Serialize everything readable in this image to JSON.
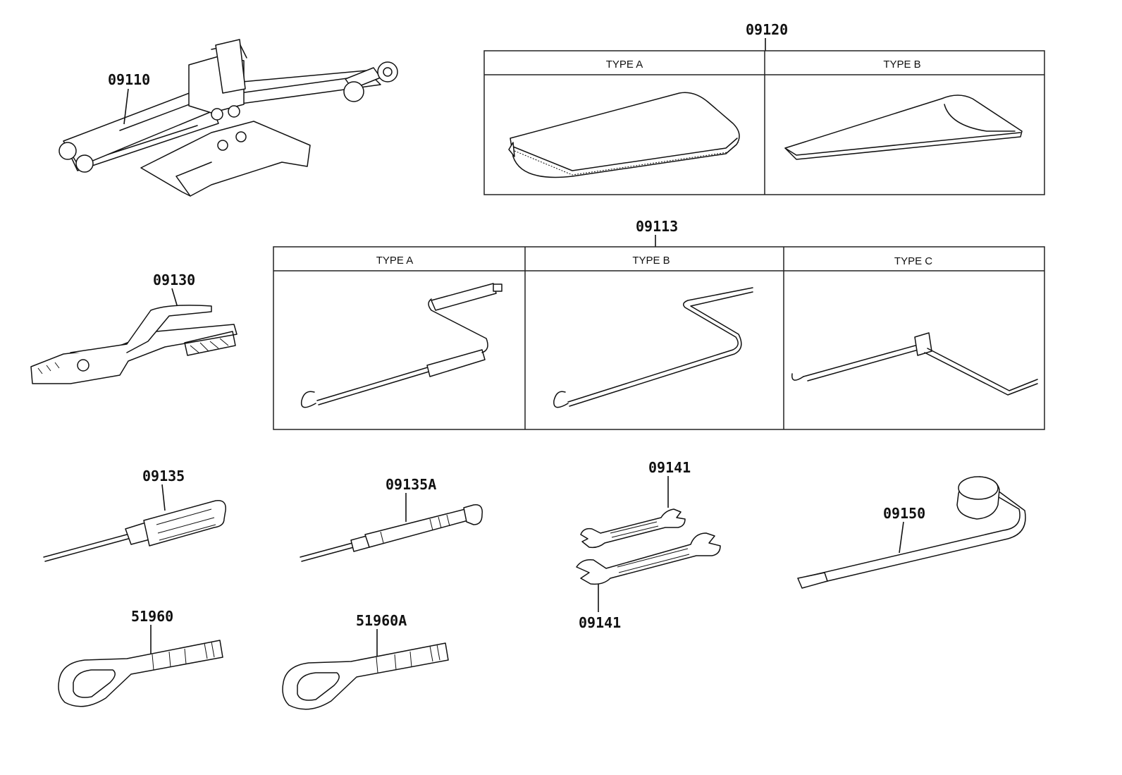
{
  "parts": {
    "p09110": "09110",
    "p09120": "09120",
    "p09113": "09113",
    "p09130": "09130",
    "p09135": "09135",
    "p09135A": "09135A",
    "p09141_top": "09141",
    "p09141_bottom": "09141",
    "p09150": "09150",
    "p51960": "51960",
    "p51960A": "51960A"
  },
  "types": {
    "case_a": "TYPE A",
    "case_b": "TYPE B",
    "handle_a": "TYPE A",
    "handle_b": "TYPE B",
    "handle_c": "TYPE C"
  },
  "icons": [
    "jack-icon",
    "tool-bag-icon",
    "tool-pouch-icon",
    "jack-handle-icon",
    "pliers-icon",
    "screwdriver-icon",
    "wrench-icon",
    "lug-wrench-icon",
    "tow-eye-icon"
  ]
}
